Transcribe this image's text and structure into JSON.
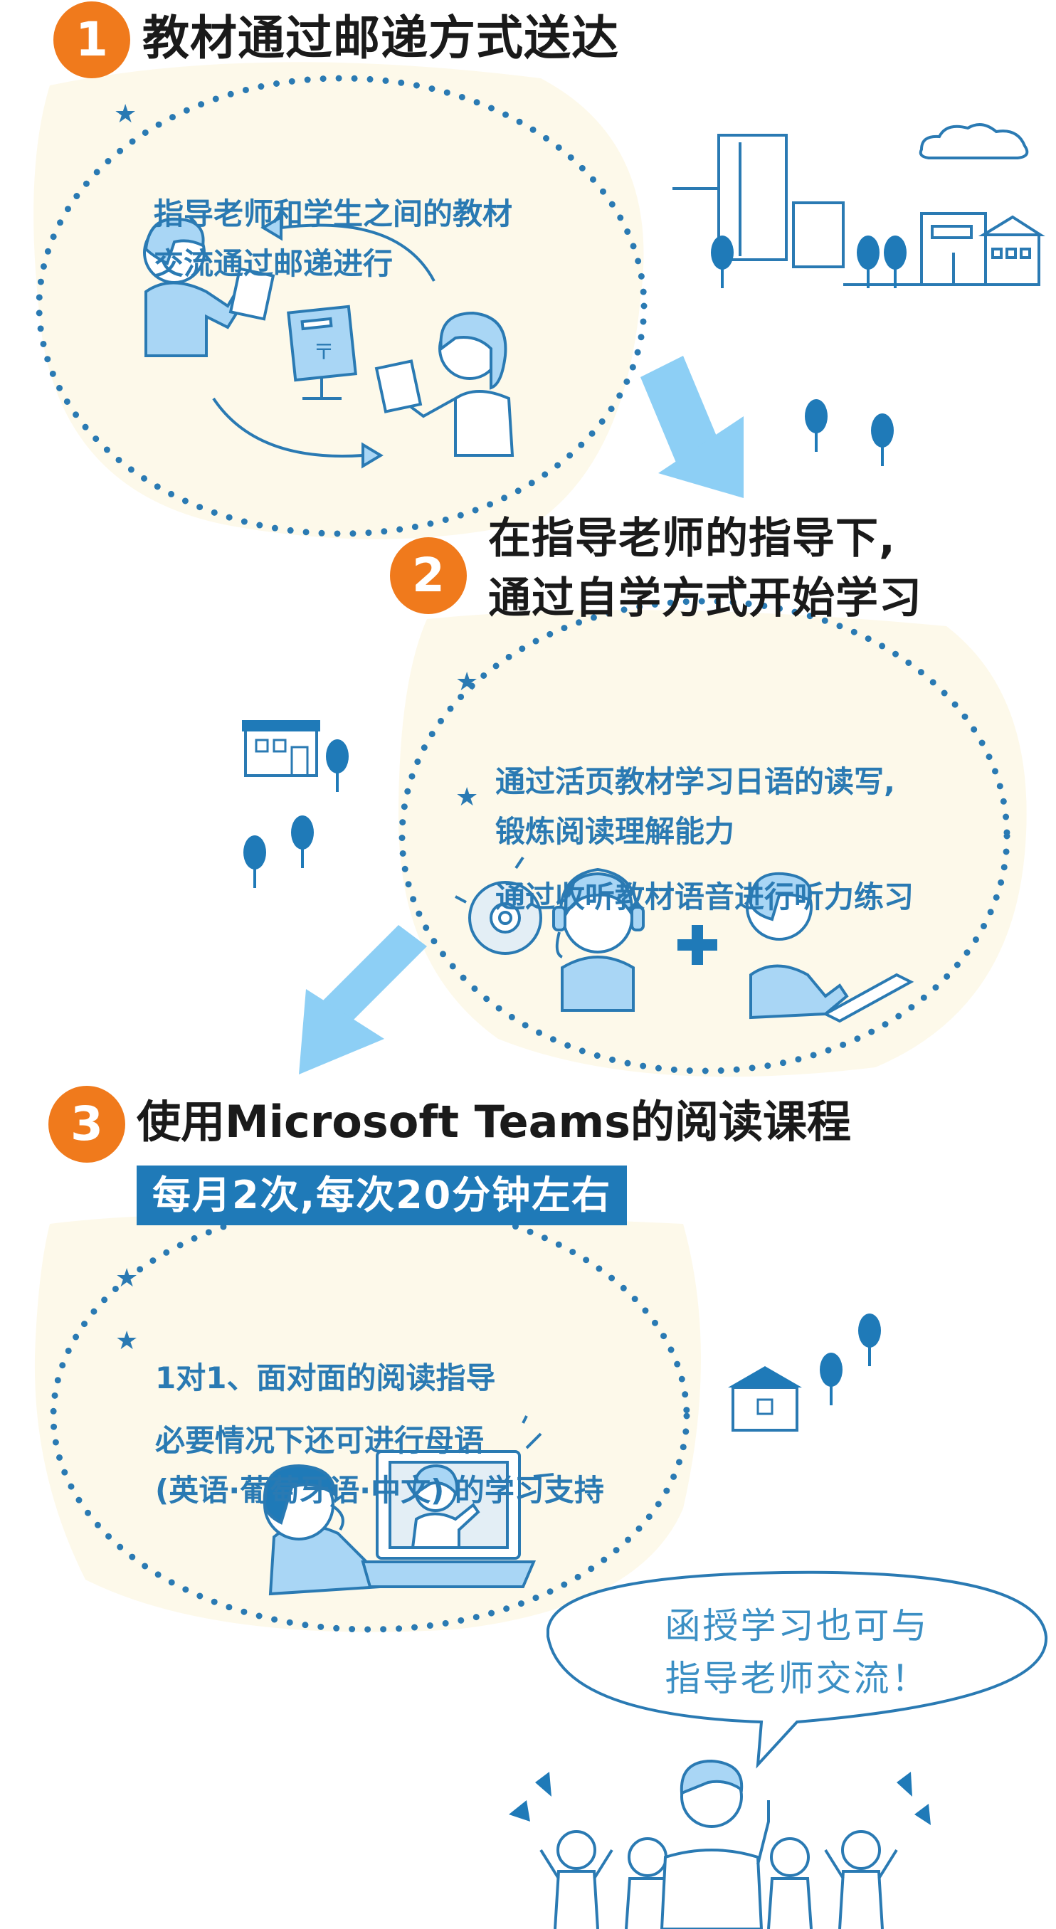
{
  "colors": {
    "accent_orange": "#f07a1c",
    "blue_text": "#2a7ab3",
    "banner_blue": "#1f7ab8",
    "light_blue_fill": "#a9d6f5",
    "cream_background": "#fdf9ea",
    "arrow_blue": "#8dcff5"
  },
  "step1": {
    "number": "1",
    "title": "教材通过邮递方式送达",
    "bullets": [
      "指导老师和学生之间的教材\n交流通过邮递进行"
    ]
  },
  "step2": {
    "number": "2",
    "title_line1": "在指导老师的指导下,",
    "title_line2": "通过自学方式开始学习",
    "bullets": [
      "通过活页教材学习日语的读写,\n锻炼阅读理解能力",
      "通过收听教材语音进行听力练习"
    ]
  },
  "step3": {
    "number": "3",
    "title": "使用Microsoft Teams的阅读课程",
    "banner": "每月2次,每次20分钟左右",
    "bullets": [
      "1对1、面对面的阅读指导",
      "必要情况下还可进行母语\n(英语·葡萄牙语·中文) 的学习支持"
    ]
  },
  "speech_bubble": {
    "line1": "函授学习也可与",
    "line2": "指导老师交流！"
  },
  "icons": [
    "star-icon",
    "student-boy-icon",
    "teacher-girl-icon",
    "mailbox-icon",
    "cd-icon",
    "headphones-icon",
    "plus-icon",
    "laptop-icon",
    "house-icon",
    "tree-icon",
    "city-skyline-icon",
    "cloud-icon"
  ]
}
